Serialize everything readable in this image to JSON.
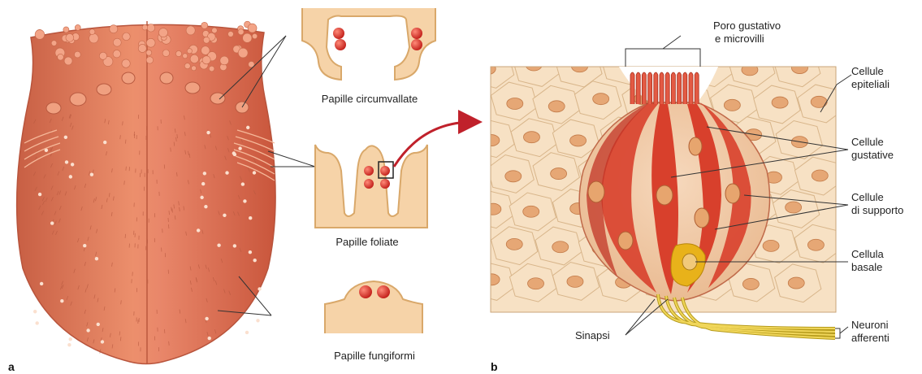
{
  "panel_labels": {
    "a": "a",
    "b": "b"
  },
  "panel_a": {
    "papille_circumvallate": "Papille circumvallate",
    "papille_foliate": "Papille foliate",
    "papille_fungiformi": "Papille fungiformi"
  },
  "panel_b": {
    "poro_line1": "Poro gustativo",
    "poro_line2": "e microvilli",
    "epiteliali_line1": "Cellule",
    "epiteliali_line2": "epiteliali",
    "gustative_line1": "Cellule",
    "gustative_line2": "gustative",
    "supporto_line1": "Cellule",
    "supporto_line2": "di supporto",
    "basale_line1": "Cellula",
    "basale_line2": "basale",
    "neuroni_line1": "Neuroni",
    "neuroni_line2": "afferenti",
    "sinapsi": "Sinapsi"
  },
  "colors": {
    "tongue": "#e07a5a",
    "papilla_tissue": "#f5d3a8",
    "taste_cell": "#d8402c",
    "support_cell": "#f3cfae",
    "basal_cell": "#e8b21a",
    "nerve": "#e6c33a",
    "arrow": "#c0212b"
  }
}
